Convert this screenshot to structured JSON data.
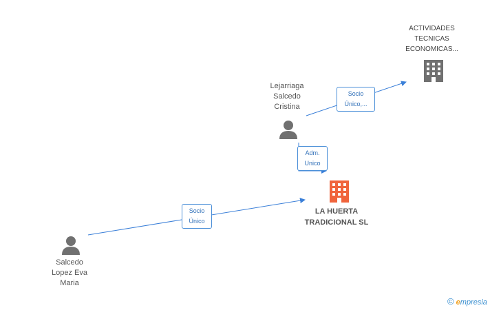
{
  "nodes": {
    "actividades": {
      "label": "ACTIVIDADES\nTECNICAS\nECONOMICAS...",
      "type": "company",
      "color": "#707070"
    },
    "lejarriaga": {
      "label": "Lejarriaga\nSalcedo\nCristina",
      "type": "person",
      "color": "#707070"
    },
    "la_huerta": {
      "label": "LA HUERTA\nTRADICIONAL SL",
      "type": "company",
      "color": "#f0643c"
    },
    "salcedo": {
      "label": "Salcedo\nLopez Eva\nMaria",
      "type": "person",
      "color": "#707070"
    }
  },
  "edges": [
    {
      "from": "lejarriaga",
      "to": "actividades",
      "label": "Socio\nÚnico,..."
    },
    {
      "from": "lejarriaga",
      "to": "la_huerta",
      "label": "Adm.\nUnico"
    },
    {
      "from": "salcedo",
      "to": "la_huerta",
      "label": "Socio\nÚnico"
    }
  ],
  "edge_color": "#3a7fd8",
  "brand": {
    "copyright": "©",
    "e": "e",
    "rest": "mpresia"
  }
}
